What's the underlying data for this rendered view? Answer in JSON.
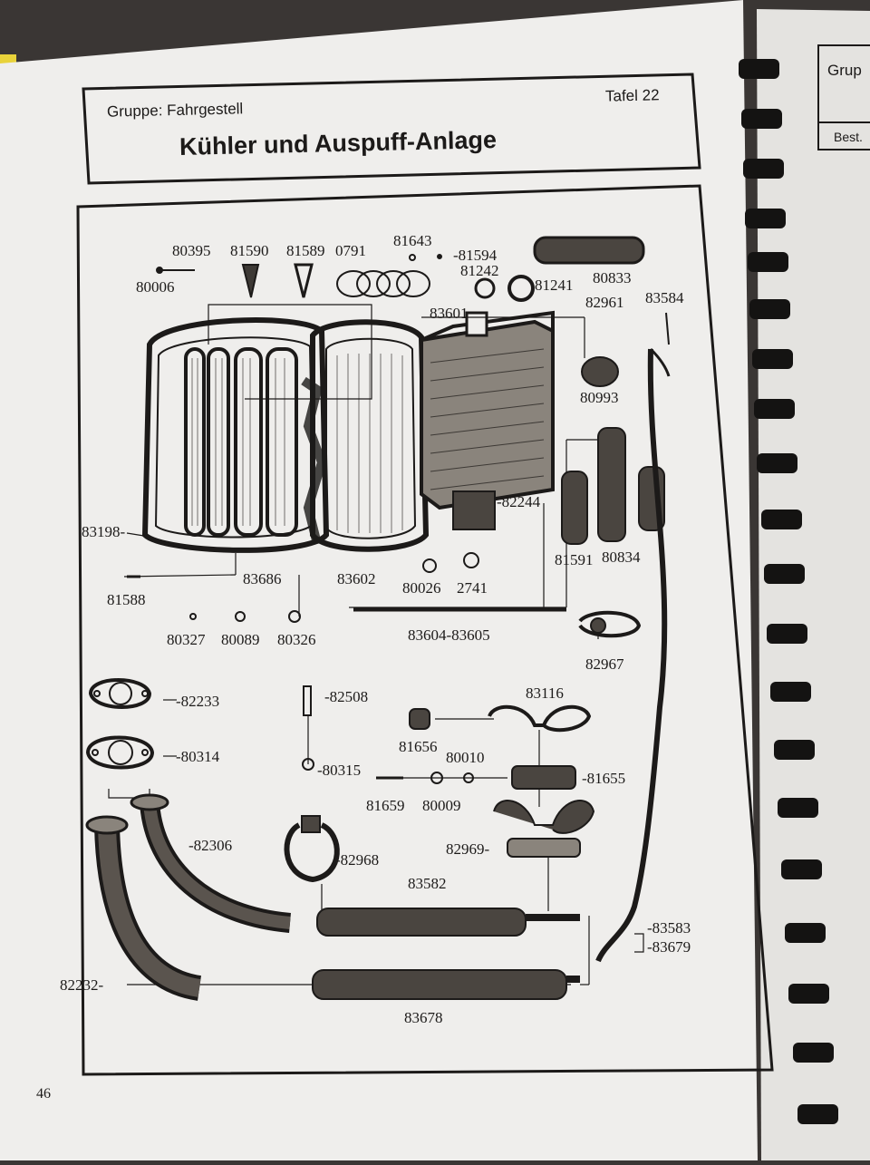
{
  "header": {
    "group": "Gruppe: Fahrgestell",
    "plate": "Tafel 22",
    "title": "Kühler und Auspuff-Anlage"
  },
  "right_page": {
    "group_fragment": "Grup",
    "column_fragment": "Best."
  },
  "page_number": "46",
  "colors": {
    "paper": "#efeeec",
    "ink": "#1c1a19",
    "background": "#3a3634",
    "accent_yellow": "#e8d23a"
  },
  "parts": [
    {
      "id": "p80395",
      "label": "80395"
    },
    {
      "id": "p81590",
      "label": "81590"
    },
    {
      "id": "p81589",
      "label": "81589"
    },
    {
      "id": "p0791",
      "label": "0791"
    },
    {
      "id": "p81643",
      "label": "81643"
    },
    {
      "id": "p81594",
      "label": "-81594"
    },
    {
      "id": "p81242",
      "label": "81242"
    },
    {
      "id": "p81241",
      "label": "81241"
    },
    {
      "id": "p80833",
      "label": "80833"
    },
    {
      "id": "p80006",
      "label": "80006"
    },
    {
      "id": "p82961",
      "label": "82961"
    },
    {
      "id": "p83584",
      "label": "83584"
    },
    {
      "id": "p83601",
      "label": "83601"
    },
    {
      "id": "p80993",
      "label": "80993"
    },
    {
      "id": "p82244",
      "label": "-82244"
    },
    {
      "id": "p83198",
      "label": "83198-"
    },
    {
      "id": "p81591",
      "label": "81591"
    },
    {
      "id": "p80834",
      "label": "80834"
    },
    {
      "id": "p83686",
      "label": "83686"
    },
    {
      "id": "p83602",
      "label": "83602"
    },
    {
      "id": "p80026",
      "label": "80026"
    },
    {
      "id": "p2741",
      "label": "2741"
    },
    {
      "id": "p81588",
      "label": "81588"
    },
    {
      "id": "p80327",
      "label": "80327"
    },
    {
      "id": "p80089",
      "label": "80089"
    },
    {
      "id": "p80326",
      "label": "80326"
    },
    {
      "id": "p83604",
      "label": "83604-83605"
    },
    {
      "id": "p82967",
      "label": "82967"
    },
    {
      "id": "p82233",
      "label": "-82233"
    },
    {
      "id": "p82508",
      "label": "-82508"
    },
    {
      "id": "p83116",
      "label": "83116"
    },
    {
      "id": "p80314",
      "label": "-80314"
    },
    {
      "id": "p81656",
      "label": "81656"
    },
    {
      "id": "p80010",
      "label": "80010"
    },
    {
      "id": "p80315",
      "label": "-80315"
    },
    {
      "id": "p81655",
      "label": "-81655"
    },
    {
      "id": "p81659",
      "label": "81659"
    },
    {
      "id": "p80009",
      "label": "80009"
    },
    {
      "id": "p82306",
      "label": "-82306"
    },
    {
      "id": "p82968",
      "label": "-82968"
    },
    {
      "id": "p82969",
      "label": "82969-"
    },
    {
      "id": "p83582",
      "label": "83582"
    },
    {
      "id": "p83583",
      "label": "-83583"
    },
    {
      "id": "p83679",
      "label": "-83679"
    },
    {
      "id": "p82232",
      "label": "82232-"
    },
    {
      "id": "p83678",
      "label": "83678"
    }
  ]
}
